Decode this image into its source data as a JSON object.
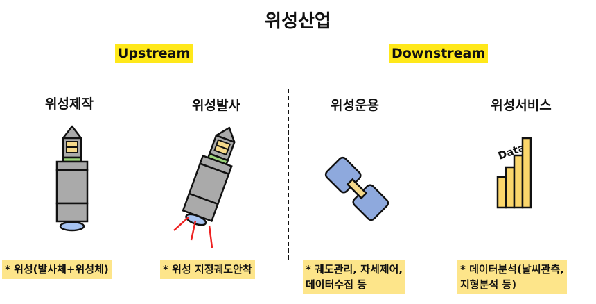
{
  "title": "위성산업",
  "sections": {
    "upstream": "Upstream",
    "downstream": "Downstream"
  },
  "categories": [
    {
      "label": "위성제작",
      "note": [
        "* 위성(발사체+위성체)"
      ]
    },
    {
      "label": "위성발사",
      "note": [
        "* 위성 지정궤도안착"
      ]
    },
    {
      "label": "위성운용",
      "note": [
        "* 궤도관리, 자세제어,",
        "데이터수집 등"
      ]
    },
    {
      "label": "위성서비스",
      "note": [
        "* 데이터분석(날씨관측,",
        "지형분석 등)"
      ]
    }
  ],
  "icons": {
    "data_label": "Data"
  },
  "colors": {
    "highlight": "#ffe81a",
    "note_bg": "#fde58a",
    "rocket_body": "#aaaaaa",
    "rocket_window": "#f5d98a",
    "rocket_band": "#9bd37a",
    "rocket_base": "#a7c4f2",
    "satellite_panel": "#8ea9dd",
    "exhaust": "#ee2222",
    "bars": "#fbd66b"
  }
}
